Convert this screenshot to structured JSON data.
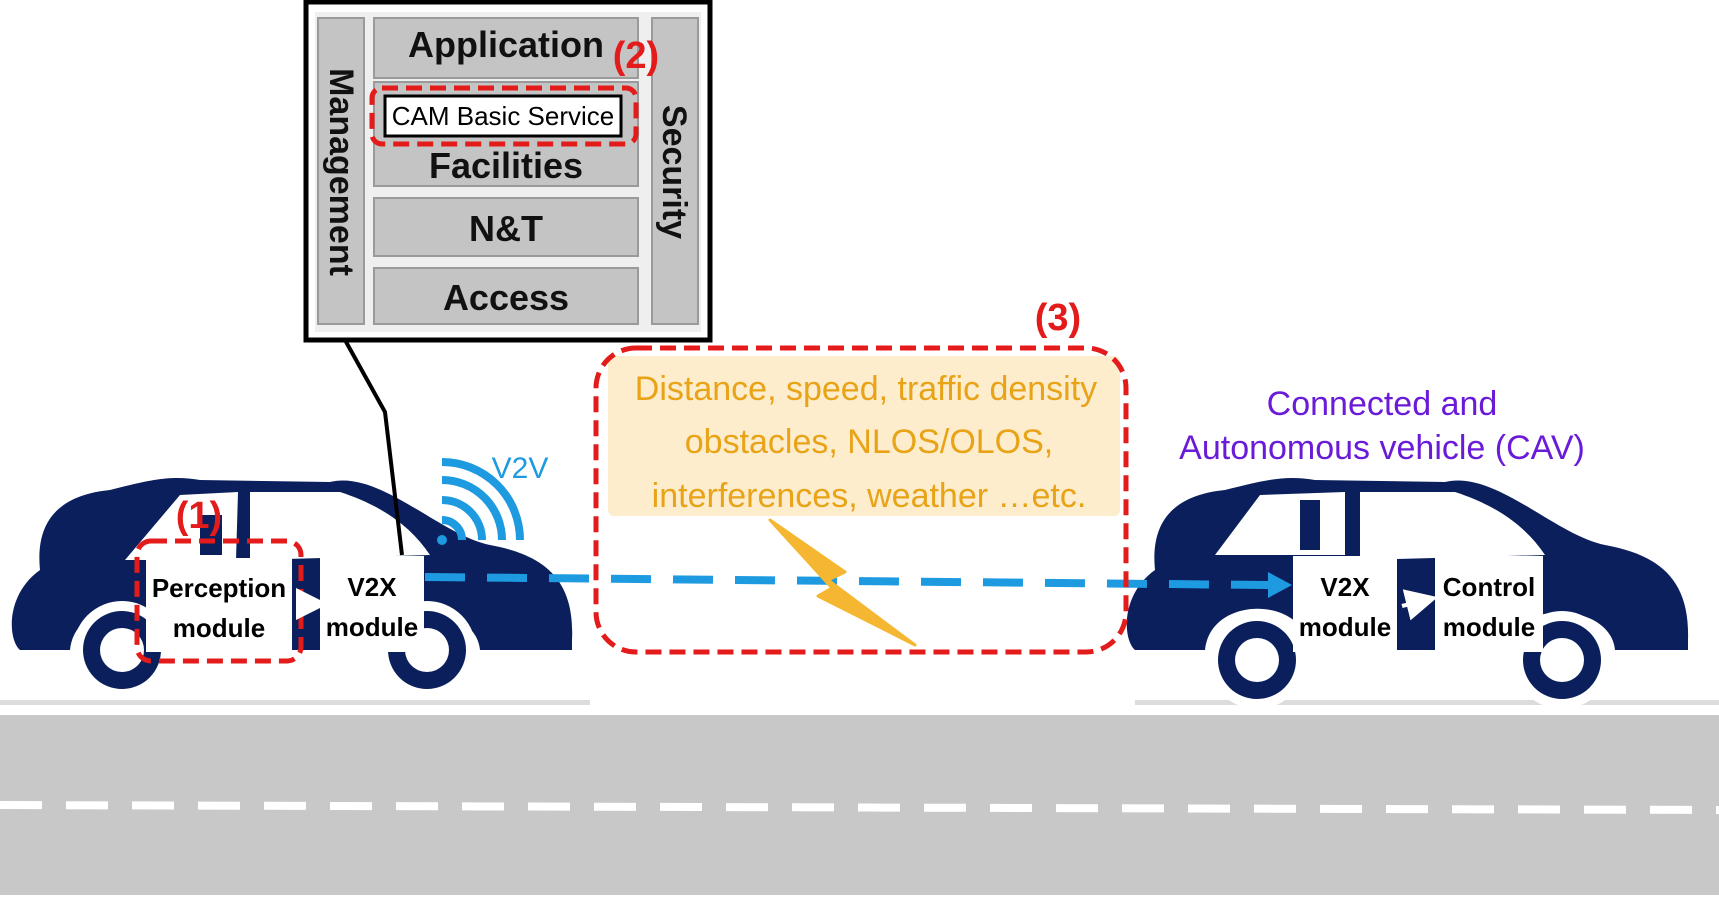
{
  "stack": {
    "application": "Application",
    "cam_basic_service": "CAM Basic Service",
    "facilities": "Facilities",
    "nt": "N&T",
    "access": "Access",
    "management": "Management",
    "security": "Security"
  },
  "markers": {
    "m1": "(1)",
    "m2": "(2)",
    "m3": "(3)"
  },
  "left_vehicle": {
    "perception_l1": "Perception",
    "perception_l2": "module",
    "v2x_l1": "V2X",
    "v2x_l2": "module"
  },
  "right_vehicle": {
    "v2x_l1": "V2X",
    "v2x_l2": "module",
    "control_l1": "Control",
    "control_l2": "module",
    "cav_l1": "Connected and",
    "cav_l2": "Autonomous vehicle (CAV)"
  },
  "link": {
    "v2v": "V2V"
  },
  "conditions": {
    "line1": "Distance, speed, traffic density",
    "line2": "obstacles, NLOS/OLOS,",
    "line3": "interferences, weather …etc."
  },
  "colors": {
    "car": "#0b1f5c",
    "red_dash": "#e31b1b",
    "blue_link": "#1e9be0",
    "orange": "#e8a317",
    "purple": "#6a1bd8",
    "road": "#c8c8c8"
  }
}
